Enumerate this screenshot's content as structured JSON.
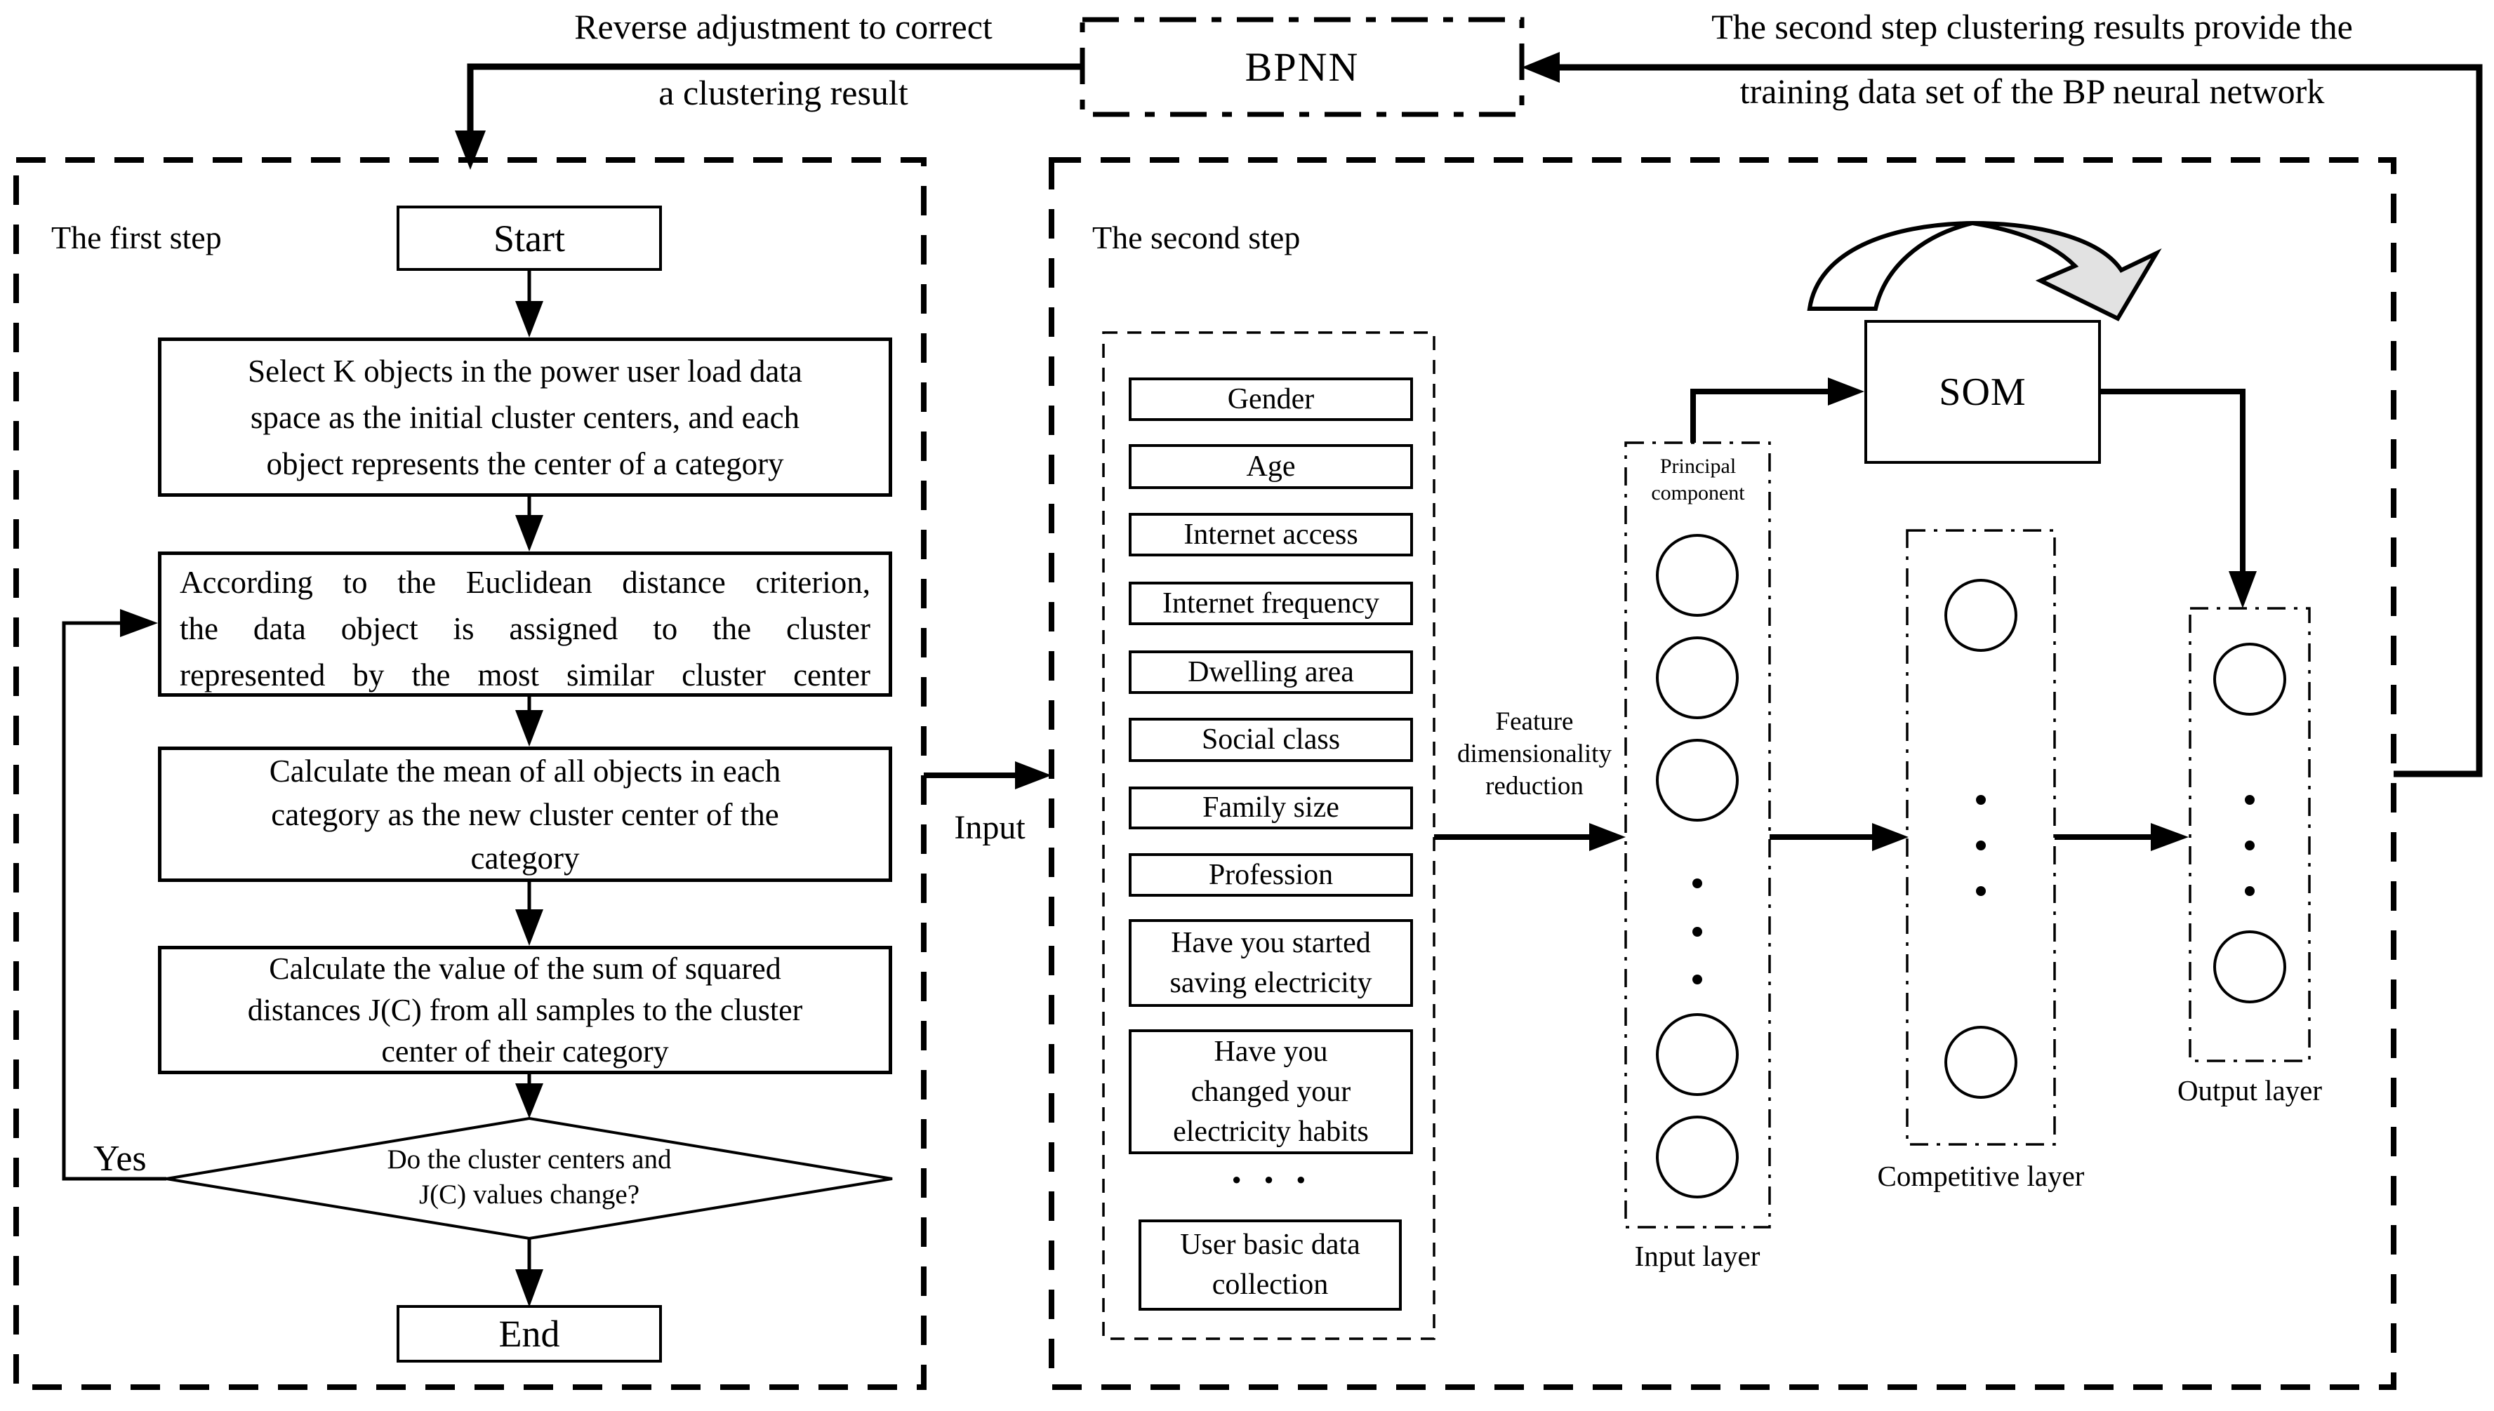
{
  "header": {
    "reverse_note": [
      "Reverse adjustment to correct",
      "a clustering result"
    ],
    "bpnn_label": "BPNN",
    "feedback_note": [
      "The second step clustering results provide the",
      "training data set of the BP neural network"
    ]
  },
  "step1": {
    "title": "The first step",
    "start_label": "Start",
    "box_select": [
      "Select K objects in the power user load data",
      "space as the initial cluster centers, and each",
      "object represents the center of a category"
    ],
    "box_assign": [
      "According to the Euclidean distance criterion,",
      "the data object is assigned to the cluster",
      "represented by the most similar cluster center"
    ],
    "box_mean": [
      "Calculate the mean of all objects in each",
      "category as the new cluster center of the",
      "category"
    ],
    "box_jc": [
      "Calculate the value of the sum of squared",
      "distances J(C) from all samples to the cluster",
      "center of their category"
    ],
    "decision": [
      "Do the cluster centers and",
      "J(C) values change?"
    ],
    "yes_label": "Yes",
    "end_label": "End"
  },
  "flow": {
    "input_label": "Input"
  },
  "step2": {
    "title": "The second step",
    "questionnaire": {
      "items": [
        [
          "Gender"
        ],
        [
          "Age"
        ],
        [
          "Internet access"
        ],
        [
          "Internet frequency"
        ],
        [
          "Dwelling area"
        ],
        [
          "Social class"
        ],
        [
          "Family size"
        ],
        [
          "Profession"
        ],
        [
          "Have you started",
          "saving electricity"
        ],
        [
          "Have you",
          "changed your",
          "electricity habits"
        ],
        [
          "· · ·"
        ],
        [
          "User basic data",
          "collection"
        ]
      ]
    },
    "feature_reduction": [
      "Feature",
      "dimensionality",
      "reduction"
    ],
    "principal_component": [
      "Principal",
      "component"
    ],
    "input_layer_label": "Input layer",
    "som_label": "SOM",
    "competitive_layer_label": "Competitive layer",
    "output_layer_label": "Output layer"
  },
  "colors": {
    "ink": "#000000",
    "arrow_fill": "#e2e2e2",
    "background": "#ffffff"
  }
}
